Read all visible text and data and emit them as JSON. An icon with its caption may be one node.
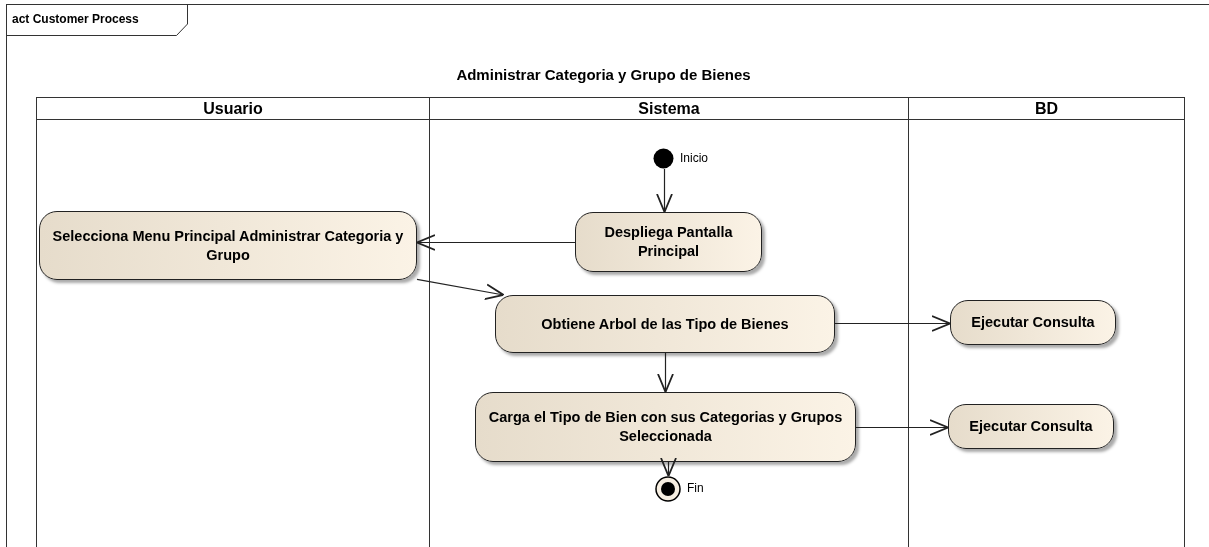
{
  "diagram": {
    "title": "Administrar Categoria y Grupo de Bienes",
    "nodes": [
      {
        "text": [
          "act Customer Process"
        ]
      },
      {
        "text": [
          "Usuario"
        ],
        "in": 0
      },
      {
        "text": [
          "Sistema"
        ],
        "in": 0
      },
      {
        "text": [
          "BD"
        ],
        "in": 0
      },
      {
        "text": [],
        "shape": "circle",
        "in": 2,
        "beside": [
          "Inicio"
        ]
      },
      {
        "text": [
          "Selecciona Menu Principal Administrar Categoria y Grupo"
        ],
        "in": 1
      },
      {
        "text": [
          "Despliega Pantalla Principal"
        ],
        "in": 2
      },
      {
        "text": [
          "Obtiene Arbol de las Tipo de Bienes"
        ],
        "in": 2
      },
      {
        "text": [
          "Ejecutar Consulta"
        ],
        "in": 3
      },
      {
        "text": [
          "Carga el Tipo de Bien con sus Categorias y Grupos Seleccionada"
        ],
        "in": 2
      },
      {
        "text": [
          "Ejecutar Consulta"
        ],
        "in": 3
      },
      {
        "text": [],
        "shape": "bullseye",
        "in": 2,
        "beside": [
          "Fin"
        ]
      }
    ],
    "edges": [
      {
        "from": 4,
        "to": 6,
        "arrow": "to"
      },
      {
        "from": 6,
        "to": 5,
        "arrow": "to"
      },
      {
        "from": 5,
        "to": 7,
        "arrow": "to"
      },
      {
        "from": 7,
        "to": 8,
        "arrow": "to"
      },
      {
        "from": 7,
        "to": 9,
        "arrow": "to"
      },
      {
        "from": 9,
        "to": 10,
        "arrow": "to"
      },
      {
        "from": 9,
        "to": 11,
        "arrow": "to"
      }
    ]
  }
}
